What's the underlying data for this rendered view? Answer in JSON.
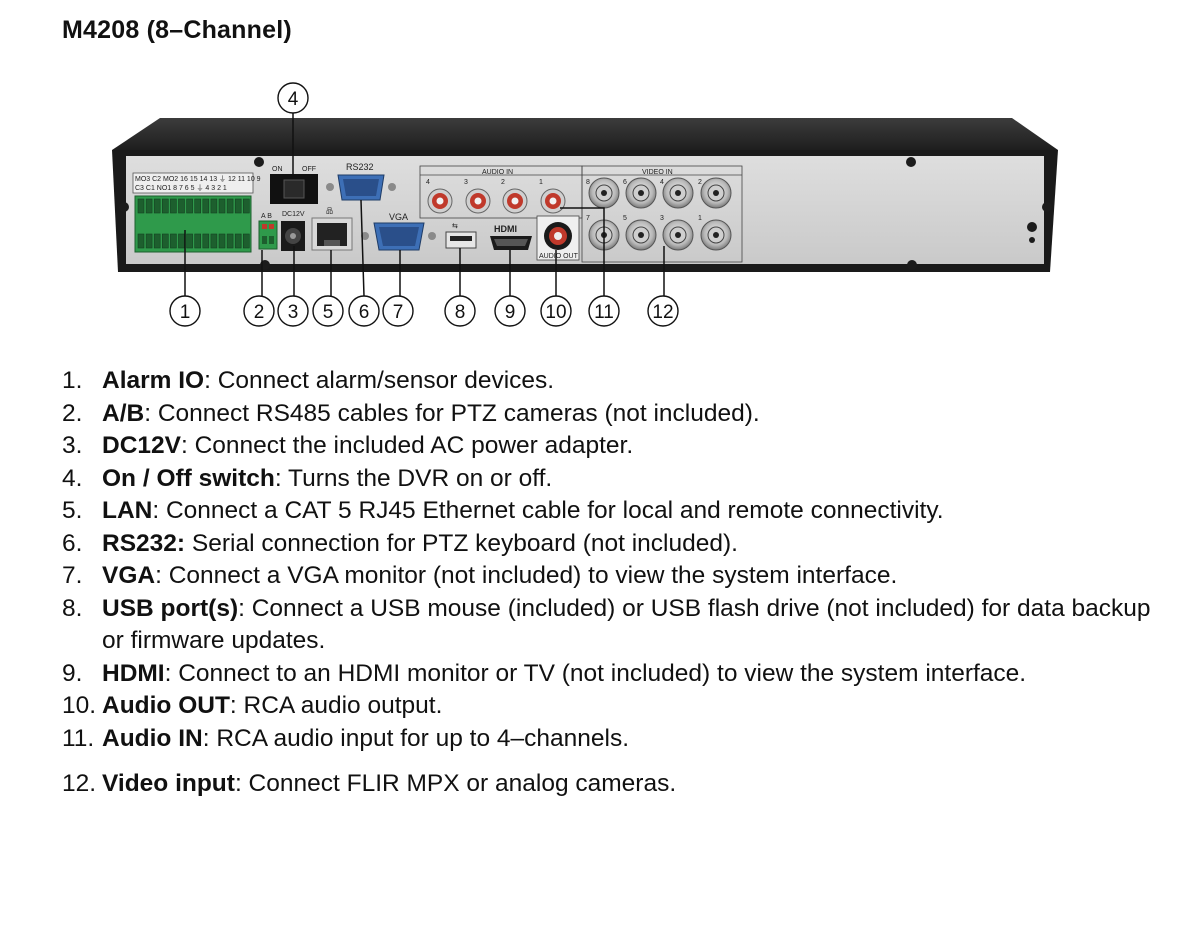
{
  "title": "M4208 (8–Channel)",
  "panel": {
    "on_label": "ON",
    "off_label": "OFF",
    "rs232_label": "RS232",
    "vga_label": "VGA",
    "audio_in_label": "AUDIO IN",
    "video_in_label": "VIDEO IN",
    "hdmi_label": "HDMI",
    "audio_out_label": "AUDIO OUT",
    "dc_label": "DC12V",
    "ab_label": "A B",
    "terminal_row1": "MO3 C2 MO2 16 15 14 13 ⏚ 12 11 10 9",
    "terminal_row2": "C3 C1 NO1 8 7 6 5 ⏚ 4 3 2 1",
    "audio_numbers": [
      "4",
      "3",
      "2",
      "1"
    ],
    "video_top_numbers": [
      "8",
      "6",
      "4",
      "2"
    ],
    "video_bottom_numbers": [
      "7",
      "5",
      "3",
      "1"
    ]
  },
  "callouts": [
    "1",
    "2",
    "3",
    "4",
    "5",
    "6",
    "7",
    "8",
    "9",
    "10",
    "11",
    "12"
  ],
  "items": [
    {
      "num": "1.",
      "term": "Alarm IO",
      "desc": ": Connect alarm/sensor devices."
    },
    {
      "num": "2.",
      "term": "A/B",
      "desc": ": Connect RS485 cables for PTZ cameras (not included)."
    },
    {
      "num": "3.",
      "term": "DC12V",
      "desc": ": Connect the included AC power adapter."
    },
    {
      "num": "4.",
      "term": "On / Off switch",
      "desc": ": Turns the DVR on or off."
    },
    {
      "num": "5.",
      "term": "LAN",
      "desc": ": Connect a CAT 5 RJ45 Ethernet cable for local and remote connectivity."
    },
    {
      "num": "6.",
      "term": "RS232:",
      "desc": " Serial connection for PTZ keyboard (not included)."
    },
    {
      "num": "7.",
      "term": "VGA",
      "desc": ": Connect a VGA monitor (not included) to view the system interface."
    },
    {
      "num": "8.",
      "term": "USB port(s)",
      "desc": ": Connect a USB mouse (included) or USB flash drive (not included) for data backup or firmware updates."
    },
    {
      "num": "9.",
      "term": "HDMI",
      "desc": ": Connect to an HDMI monitor or TV (not included) to view the system interface."
    },
    {
      "num": "10.",
      "term": "Audio OUT",
      "desc": ": RCA audio output."
    },
    {
      "num": "11.",
      "term": "Audio IN",
      "desc": ": RCA audio input for up to 4–channels."
    },
    {
      "num": "12.",
      "term": "Video input",
      "desc": ": Connect FLIR MPX or analog cameras."
    }
  ]
}
